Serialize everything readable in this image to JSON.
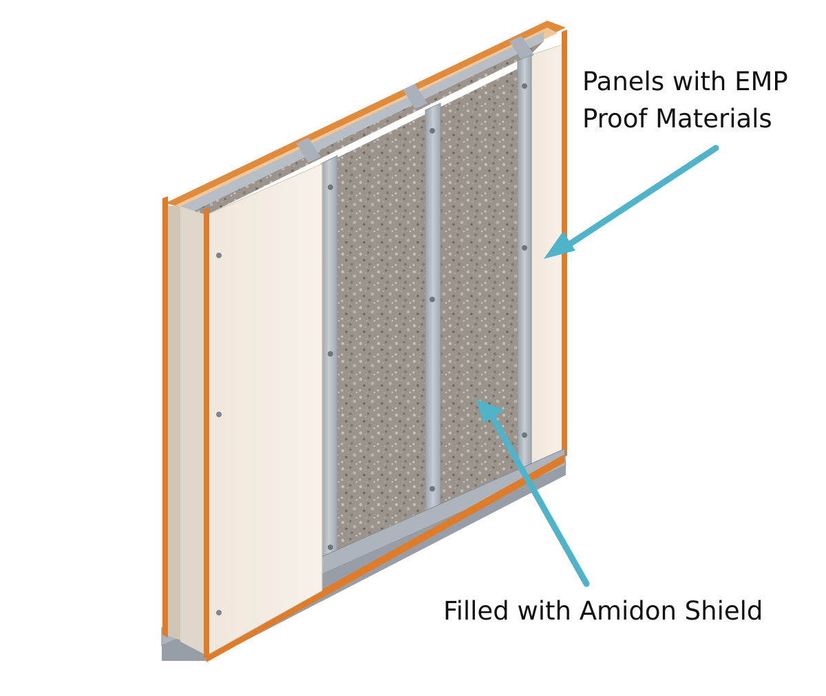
{
  "labels": {
    "panels_line1": "Panels with EMP",
    "panels_line2": "Proof Materials",
    "fill": "Filled with Amidon Shield"
  },
  "colors": {
    "arrow": "#4fb3c9",
    "panel": "#f4ede2",
    "panel_edge": "#d7cdbd",
    "orange_trim": "#de7c2a",
    "steel": "#b3b9c1",
    "insulation": "#9a938b"
  },
  "icons": {
    "pointer_arrow": "arrow-icon",
    "fastener": "screw-icon"
  }
}
